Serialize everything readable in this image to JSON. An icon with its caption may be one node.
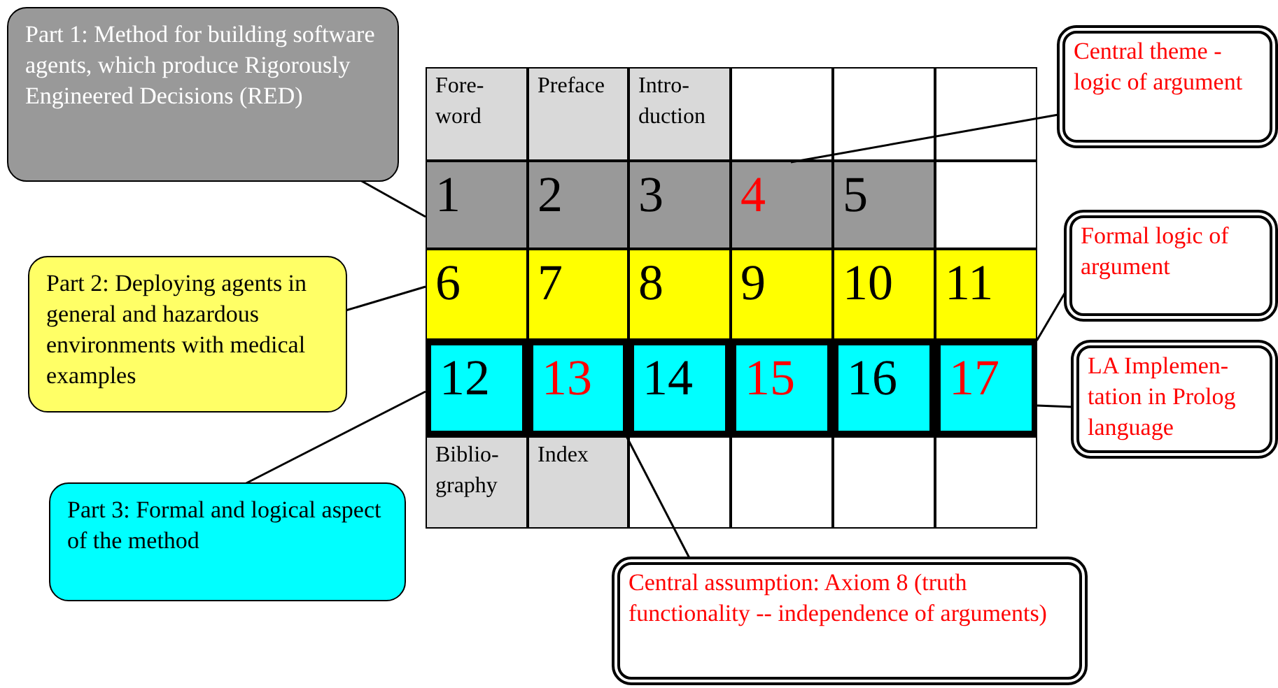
{
  "diagram": {
    "nodes": [
      {
        "text": [
          "Part 1: Method for building software agents, which produce Rigorously Engineered Decisions (RED)"
        ]
      },
      {
        "text": [
          "Central theme - logic of argument"
        ]
      },
      {
        "text": [
          "Fore- word"
        ]
      },
      {
        "text": [
          "Preface"
        ]
      },
      {
        "text": [
          "Intro- duction"
        ]
      },
      {
        "text": [],
        "shape": "bar"
      },
      {
        "text": [
          "1"
        ],
        "in": 5
      },
      {
        "text": [
          "2"
        ],
        "in": 5
      },
      {
        "text": [
          "3"
        ],
        "in": 5
      },
      {
        "text": [
          "4"
        ],
        "in": 5
      },
      {
        "text": [
          "5"
        ],
        "in": 5
      },
      {
        "text": [
          "Part 2: Deploying agents in general and hazardous environments with medical examples"
        ]
      },
      {
        "text": [
          "Formal logic of argument"
        ]
      },
      {
        "text": [],
        "shape": "bar"
      },
      {
        "text": [
          "6"
        ],
        "in": 13
      },
      {
        "text": [
          "7"
        ],
        "in": 13
      },
      {
        "text": [
          "8"
        ],
        "in": 13
      },
      {
        "text": [
          "9"
        ],
        "in": 13
      },
      {
        "text": [
          "10"
        ],
        "in": 13
      },
      {
        "text": [
          "11"
        ],
        "in": 13
      },
      {
        "text": [
          "Part 3: Formal and logical aspect of the method"
        ]
      },
      {
        "text": [
          "LA Implemen- tation in Prolog language"
        ]
      },
      {
        "text": [],
        "shape": "bar"
      },
      {
        "text": [
          "12"
        ],
        "in": 22
      },
      {
        "text": [
          "13"
        ],
        "in": 22
      },
      {
        "text": [
          "14"
        ],
        "in": 22
      },
      {
        "text": [
          "15"
        ],
        "in": 22
      },
      {
        "text": [
          "16"
        ],
        "in": 22
      },
      {
        "text": [
          "17"
        ],
        "in": 22
      },
      {
        "text": [
          "Biblio- graphy"
        ]
      },
      {
        "text": [
          "Index"
        ]
      },
      {
        "text": [
          "Central assumption: Axiom 8 (truth functionality -- independence of arguments)"
        ]
      }
    ],
    "edges": [
      {
        "from": 0,
        "to": 5,
        "arrow": "none"
      },
      {
        "from": 1,
        "to": 9,
        "arrow": "none"
      },
      {
        "from": 11,
        "to": 13,
        "arrow": "none"
      },
      {
        "from": 12,
        "to": 26,
        "arrow": "none"
      },
      {
        "from": 20,
        "to": 22,
        "arrow": "none"
      },
      {
        "from": 21,
        "to": 28,
        "arrow": "none"
      },
      {
        "from": 31,
        "to": 24,
        "arrow": "none"
      }
    ]
  }
}
